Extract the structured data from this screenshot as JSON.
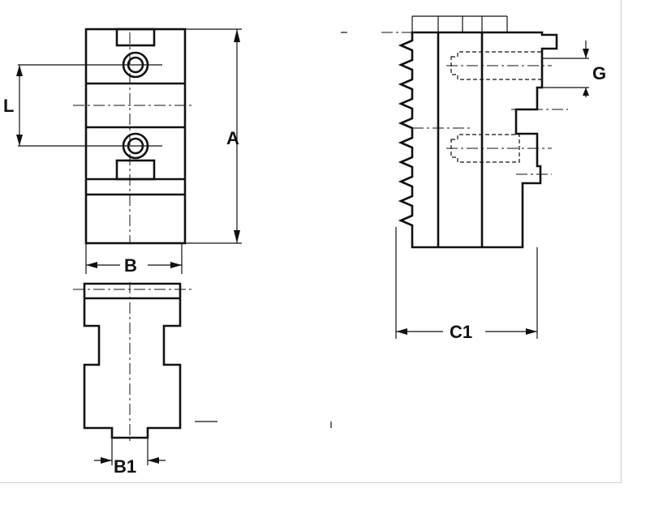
{
  "drawing": {
    "labels": {
      "A": "A",
      "L": "L",
      "B": "B",
      "B1": "B1",
      "C1": "C1",
      "G": "G"
    },
    "colors": {
      "line": "#111111",
      "background": "#ffffff",
      "frame": "#cfcfcf"
    }
  }
}
